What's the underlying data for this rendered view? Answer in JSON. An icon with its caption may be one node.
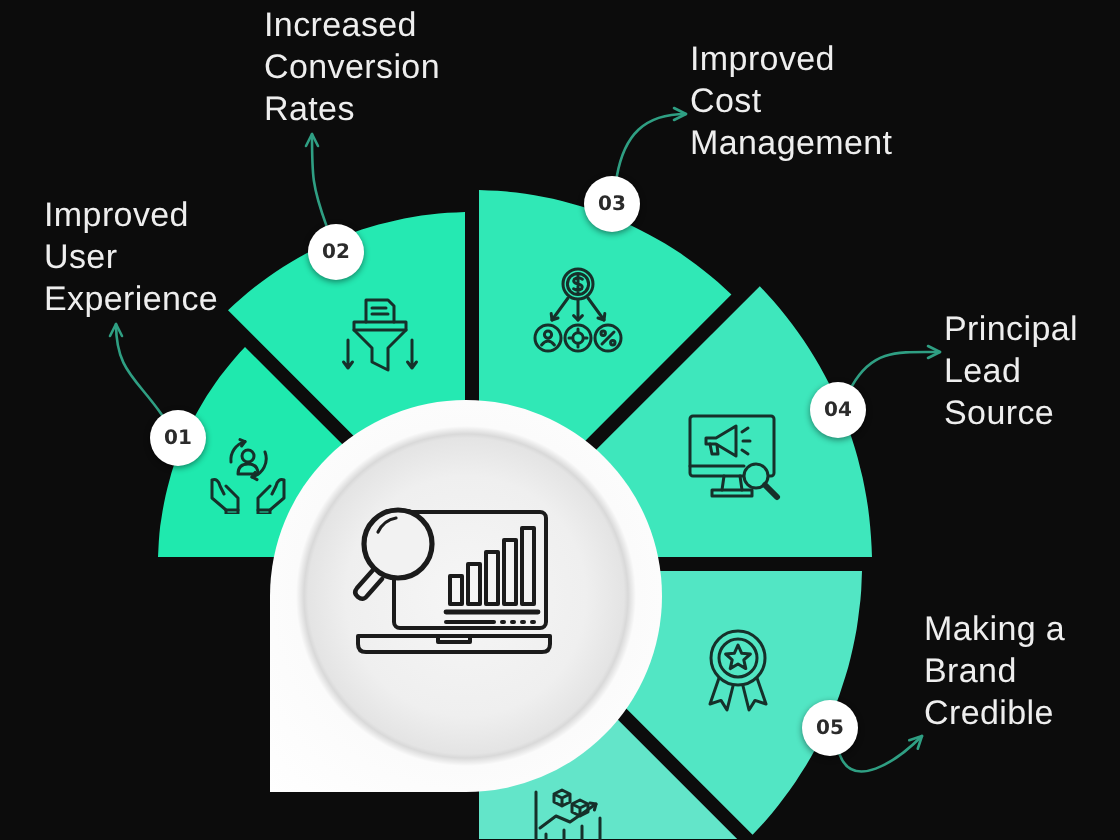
{
  "diagram": {
    "nodes": [
      {
        "text": [
          "01"
        ]
      },
      {
        "text": [
          "Improved User Experience"
        ]
      },
      {
        "text": [
          "02"
        ]
      },
      {
        "text": [
          "Increased Conversion Rates"
        ]
      },
      {
        "text": [
          "03"
        ]
      },
      {
        "text": [
          "Improved Cost Management"
        ]
      },
      {
        "text": [
          "04"
        ]
      },
      {
        "text": [
          "Principal Lead Source"
        ]
      },
      {
        "text": [
          "05"
        ]
      },
      {
        "text": [
          "Making a Brand Credible"
        ]
      }
    ],
    "edges": [
      {
        "from": 0,
        "to": 1,
        "arrow": "to"
      },
      {
        "from": 2,
        "to": 3,
        "arrow": "to"
      },
      {
        "from": 4,
        "to": 5,
        "arrow": "to"
      },
      {
        "from": 6,
        "to": 7,
        "arrow": "to"
      },
      {
        "from": 8,
        "to": 9,
        "arrow": "to"
      }
    ]
  }
}
